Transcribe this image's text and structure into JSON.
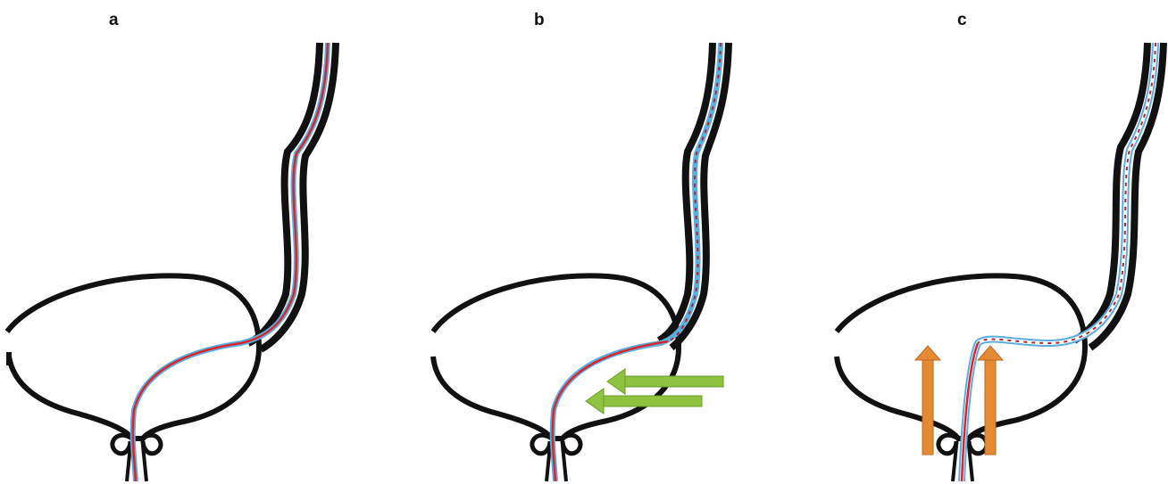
{
  "panels": [
    {
      "label": "a"
    },
    {
      "label": "b"
    },
    {
      "label": "c"
    }
  ],
  "colors": {
    "outline": "#111111",
    "wire_outer": "#5aaee0",
    "wire_inner": "#d8262c",
    "dashed_wire": "#b0272b",
    "arrow_green": "#8fc23f",
    "arrow_orange": "#e48a32"
  }
}
